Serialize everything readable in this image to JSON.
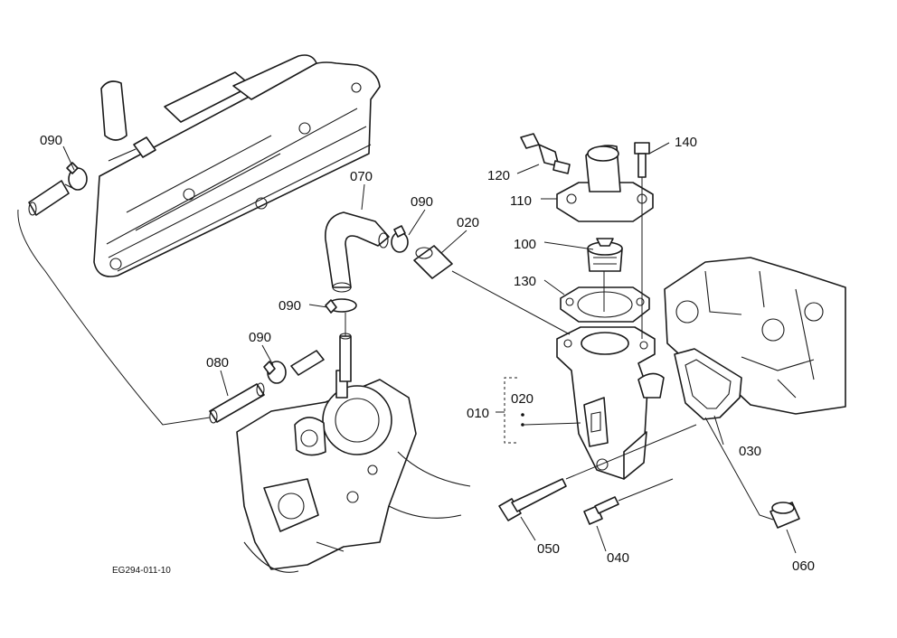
{
  "diagram": {
    "drawing_code": "EG294-011-10",
    "labels": {
      "p090a": "090",
      "p090b": "090",
      "p090c": "090",
      "p090d": "090",
      "p070": "070",
      "p020a": "020",
      "p020b": "020",
      "p080": "080",
      "p120": "120",
      "p110": "110",
      "p100": "100",
      "p130": "130",
      "p140": "140",
      "p010": "010",
      "p030": "030",
      "p050": "050",
      "p040": "040",
      "p060": "060"
    }
  }
}
